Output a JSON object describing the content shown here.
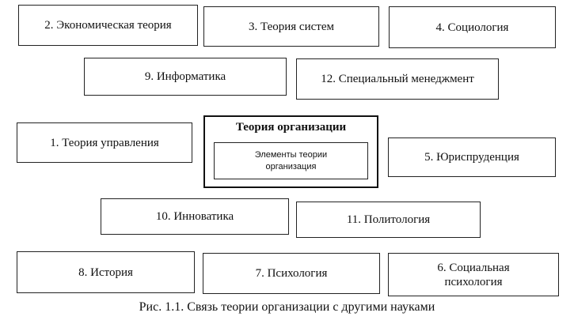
{
  "boxes": {
    "economic_theory": "2. Экономическая теория",
    "systems_theory": "3. Теория систем",
    "sociology": "4. Социология",
    "informatics": "9. Информатика",
    "special_management": "12. Специальный менеджмент",
    "management_theory": "1. Теория управления",
    "jurisprudence": "5. Юриспруденция",
    "innovatics": "10. Инноватика",
    "political_science": "11. Политология",
    "history": "8. История",
    "psychology": "7. Психология",
    "social_psychology": "6. Социальная\nпсихология"
  },
  "center": {
    "title": "Теория организации",
    "inner": "Элементы теории\nорганизация"
  },
  "caption": "Рис. 1.1. Связь теории организации с другими науками"
}
